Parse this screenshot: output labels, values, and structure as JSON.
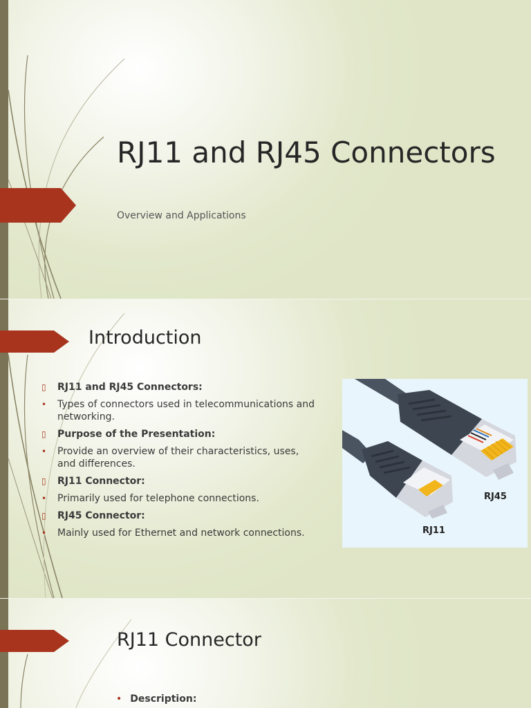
{
  "slide1": {
    "title": "RJ11 and RJ45 Connectors",
    "subtitle": "Overview and Applications"
  },
  "slide2": {
    "title": "Introduction",
    "bullets": [
      {
        "level": 1,
        "text": "RJ11 and RJ45 Connectors:"
      },
      {
        "level": 2,
        "text": "Types of connectors used in telecommunications and networking."
      },
      {
        "level": 1,
        "text": "Purpose of the Presentation:"
      },
      {
        "level": 2,
        "text": "Provide an overview of their characteristics, uses, and differences."
      },
      {
        "level": 1,
        "text": "RJ11 Connector:"
      },
      {
        "level": 2,
        "text": "Primarily used for telephone connections."
      },
      {
        "level": 1,
        "text": "RJ45 Connector:"
      },
      {
        "level": 2,
        "text": "Mainly used for Ethernet and network connections."
      }
    ],
    "image_labels": {
      "rj45": "RJ45",
      "rj11": "RJ11"
    }
  },
  "slide3": {
    "title": "RJ11 Connector",
    "bullet": "Description:"
  },
  "colors": {
    "accent": "#a8341e",
    "leftbar": "#7a7356",
    "swirl": "#8a8466"
  },
  "icons": {
    "level1_marker": "square-bullet-icon",
    "level2_marker": "dot-bullet-icon"
  }
}
